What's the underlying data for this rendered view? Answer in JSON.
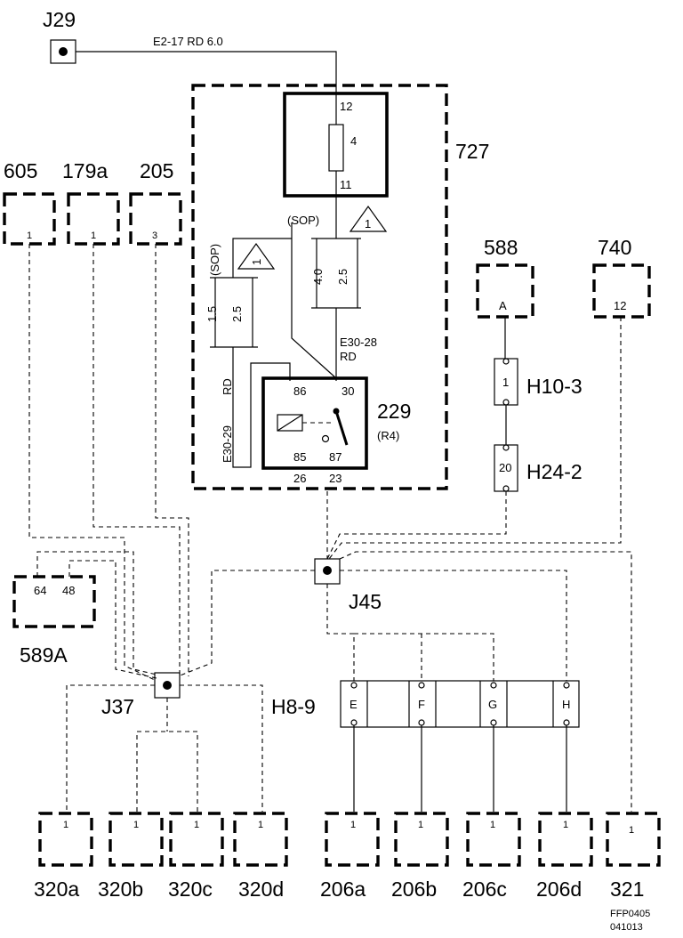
{
  "labels": {
    "j29": "J29",
    "wire_top": "E2-17  RD  6.0",
    "fuse_top_pin": "12",
    "fuse_value": "4",
    "fuse_bottom_pin": "11",
    "box_727": "727",
    "sop_right": "(SOP)",
    "sop_left": "(SOP)",
    "warn_num": "1",
    "size_40": "4.0",
    "size_25a": "2.5",
    "size_15": "1.5",
    "size_25b": "2.5",
    "e30_28": "E30-28",
    "rd_right": "RD",
    "rd_left": "RD",
    "e30_29": "E30-29",
    "relay_86": "86",
    "relay_30": "30",
    "relay_85": "85",
    "relay_87": "87",
    "wire_26": "26",
    "wire_23": "23",
    "relay_229": "229",
    "relay_r4": "(R4)",
    "c605": "605",
    "c179a": "179a",
    "c205": "205",
    "pin_605": "1",
    "pin_179a": "1",
    "pin_205": "3",
    "c588": "588",
    "c740": "740",
    "pin_588": "A",
    "pin_740": "12",
    "h10_pin": "1",
    "h10": "H10-3",
    "h24_pin": "20",
    "h24": "H24-2",
    "pin_64": "64",
    "pin_48": "48",
    "c589a": "589A",
    "j45": "J45",
    "j37": "J37",
    "h89": "H8-9",
    "h89_e": "E",
    "h89_f": "F",
    "h89_g": "G",
    "h89_h": "H",
    "c320a": "320a",
    "c320b": "320b",
    "c320c": "320c",
    "c320d": "320d",
    "c206a": "206a",
    "c206b": "206b",
    "c206c": "206c",
    "c206d": "206d",
    "c321": "321",
    "bottom_pin": "1",
    "code1": "FFP0405",
    "code2": "041013"
  }
}
